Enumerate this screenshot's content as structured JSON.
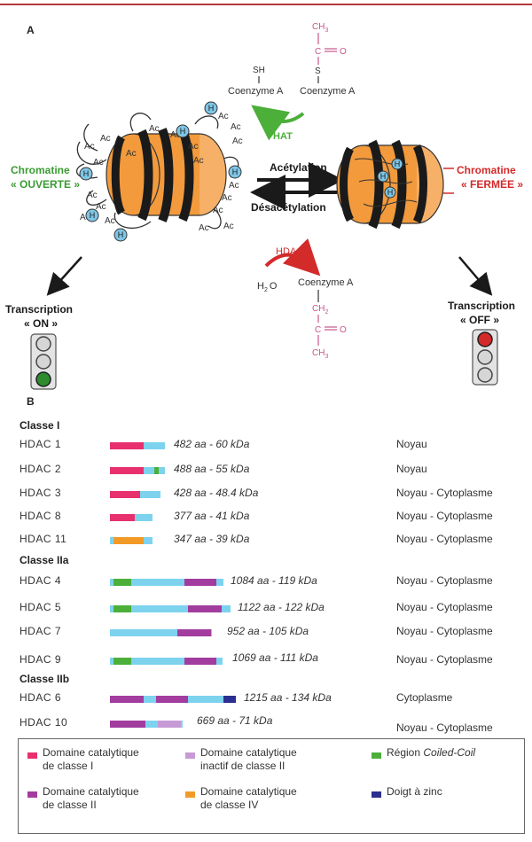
{
  "panel_a": {
    "label": "A",
    "open_chromatin": {
      "line1": "Chromatine",
      "line2": "« OUVERTE »"
    },
    "closed_chromatin": {
      "line1": "Chromatine",
      "line2": "« FERMÉE »"
    },
    "acetylation": "Acétylation",
    "deacetylation": "Désacétylation",
    "hat": "HAT",
    "hdac": "HDAC",
    "acetyl_mark": "Ac",
    "histone_mark": "H",
    "coenzyme_a": "Coenzyme A",
    "sh": "SH",
    "ch3": "CH",
    "ch3_sub": "3",
    "c_atom": "C",
    "o_atom": "O",
    "s_atom": "S",
    "h2o": "H",
    "h2o_sub": "2",
    "h2o_o": "O",
    "transcription_on": {
      "line1": "Transcription",
      "line2": "« ON »"
    },
    "transcription_off": {
      "line1": "Transcription",
      "line2": "« OFF »"
    },
    "colors": {
      "nucleosome": "#f29a3c",
      "band": "#1a1a1a",
      "acetyl_group": "#c9568a",
      "hat_arrow": "#4caf3a",
      "hdac_arrow": "#d32a2a",
      "histone": "#7fc6e6",
      "open_label": "#3a9b32",
      "closed_label": "#d32a2a"
    }
  },
  "panel_b": {
    "label": "B",
    "classes": [
      {
        "title": "Classe I",
        "rows": [
          {
            "name": "HDAC 1",
            "meta": "482 aa - 60 kDa",
            "location": "Noyau"
          },
          {
            "name": "HDAC 2",
            "meta": "488 aa - 55 kDa",
            "location": "Noyau"
          },
          {
            "name": "HDAC 3",
            "meta": "428 aa - 48.4 kDa",
            "location": "Noyau - Cytoplasme"
          },
          {
            "name": "HDAC 8",
            "meta": "377 aa - 41 kDa",
            "location": "Noyau - Cytoplasme"
          },
          {
            "name": "HDAC 11",
            "meta": "347 aa - 39 kDa",
            "location": "Noyau - Cytoplasme"
          }
        ]
      },
      {
        "title": "Classe IIa",
        "rows": [
          {
            "name": "HDAC 4",
            "meta": "1084 aa - 119 kDa",
            "location": "Noyau - Cytoplasme"
          },
          {
            "name": "HDAC 5",
            "meta": "1122 aa - 122 kDa",
            "location": "Noyau - Cytoplasme"
          },
          {
            "name": "HDAC 7",
            "meta": "952 aa - 105 kDa",
            "location": "Noyau - Cytoplasme"
          },
          {
            "name": "HDAC 9",
            "meta": "1069 aa - 111 kDa",
            "location": "Noyau - Cytoplasme"
          }
        ]
      },
      {
        "title": "Classe IIb",
        "rows": [
          {
            "name": "HDAC 6",
            "meta": "1215 aa - 134 kDa",
            "location": "Cytoplasme"
          },
          {
            "name": "HDAC 10",
            "meta": "669 aa - 71 kDa",
            "location": "Noyau - Cytoplasme"
          }
        ]
      }
    ],
    "legend": [
      {
        "line1": "Domaine catalytique",
        "line2": "de classe I",
        "color": "#e8306e"
      },
      {
        "line1": "Domaine catalytique",
        "line2": "inactif de classe II",
        "color": "#c79ad6"
      },
      {
        "line1": "Région ",
        "line1_italic": "Coiled-Coil",
        "line2": "",
        "color": "#4caf3a"
      },
      {
        "line1": "Domaine catalytique",
        "line2": "de classe II",
        "color": "#a23c9e"
      },
      {
        "line1": "Domaine catalytique",
        "line2": "de classe IV",
        "color": "#f29a28"
      },
      {
        "line1": "Doigt à zinc",
        "line2": "",
        "color": "#2b2f8f"
      }
    ],
    "colors": {
      "backbone": "#7dd3ee",
      "class1": "#e8306e",
      "class2": "#a23c9e",
      "class2_inactive": "#c79ad6",
      "class4": "#f29a28",
      "coiled_coil": "#4caf3a",
      "zinc_finger": "#2b2f8f"
    }
  }
}
